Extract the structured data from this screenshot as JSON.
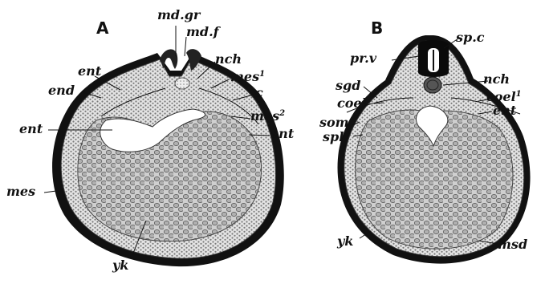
{
  "panels": [
    {
      "letter": "A"
    },
    {
      "letter": "B"
    }
  ],
  "labels_a": {
    "md_gr": "md.gr",
    "md_f": "md.f",
    "nch": "nch",
    "ent_top": "ent",
    "end": "end",
    "mes1": "mes",
    "mes1_sup": "1",
    "c": "c",
    "ent_left": "ent",
    "mes2": "mes",
    "mes2_sup": "2",
    "ent_right": "ent",
    "mes_left": "mes",
    "yk": "yk"
  },
  "labels_b": {
    "sp_c": "sp.c",
    "pr_v": "pr.v",
    "nch": "nch",
    "sgd": "sgd",
    "coel1": "coel",
    "coel1_sup": "1",
    "coel": "coel",
    "ent": "ent",
    "som": "som",
    "spl": "spl",
    "yk": "yk",
    "msd": "msd"
  },
  "colors": {
    "outline": "#111111",
    "yolk_cell_fill": "#b8b8b8",
    "yolk_cell_stroke": "#555555",
    "layer_fill": "#d9d9d9",
    "cavity": "#ffffff"
  }
}
